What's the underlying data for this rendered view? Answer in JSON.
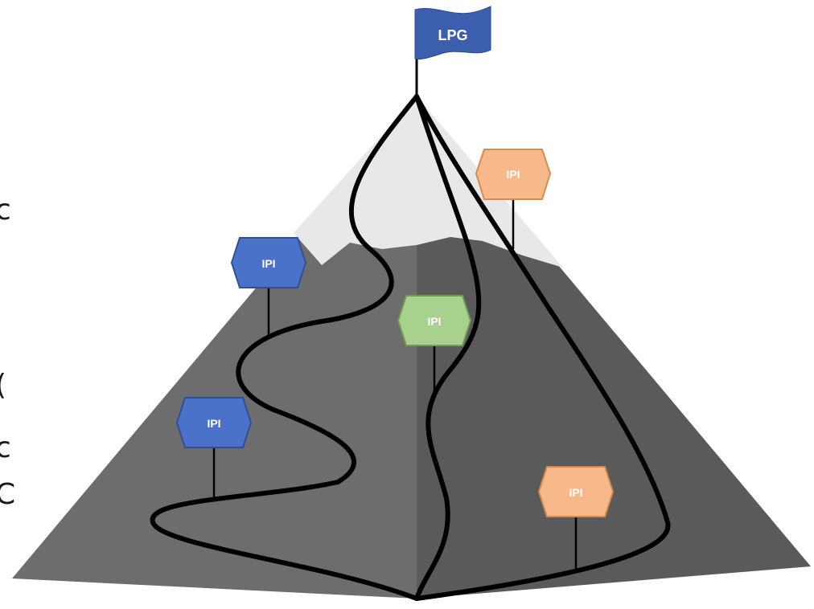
{
  "flag": {
    "label": "LPG",
    "color": "#3b5fad"
  },
  "milestones": [
    {
      "id": "ipi-1",
      "label": "IPI",
      "color": "#f7b98a"
    },
    {
      "id": "ipi-2",
      "label": "IPI",
      "color": "#4a72c8"
    },
    {
      "id": "ipi-3",
      "label": "IPI",
      "color": "#a9d18e"
    },
    {
      "id": "ipi-4",
      "label": "IPI",
      "color": "#4a72c8"
    },
    {
      "id": "ipi-5",
      "label": "IPI",
      "color": "#f7b98a"
    }
  ],
  "edge_glyphs": [
    "c",
    "(",
    "c",
    "C"
  ],
  "colors": {
    "mountain_left": "#6d6d6d",
    "mountain_right": "#5a5a5a",
    "snow": "#e8e8e8",
    "trail": "#000000"
  }
}
